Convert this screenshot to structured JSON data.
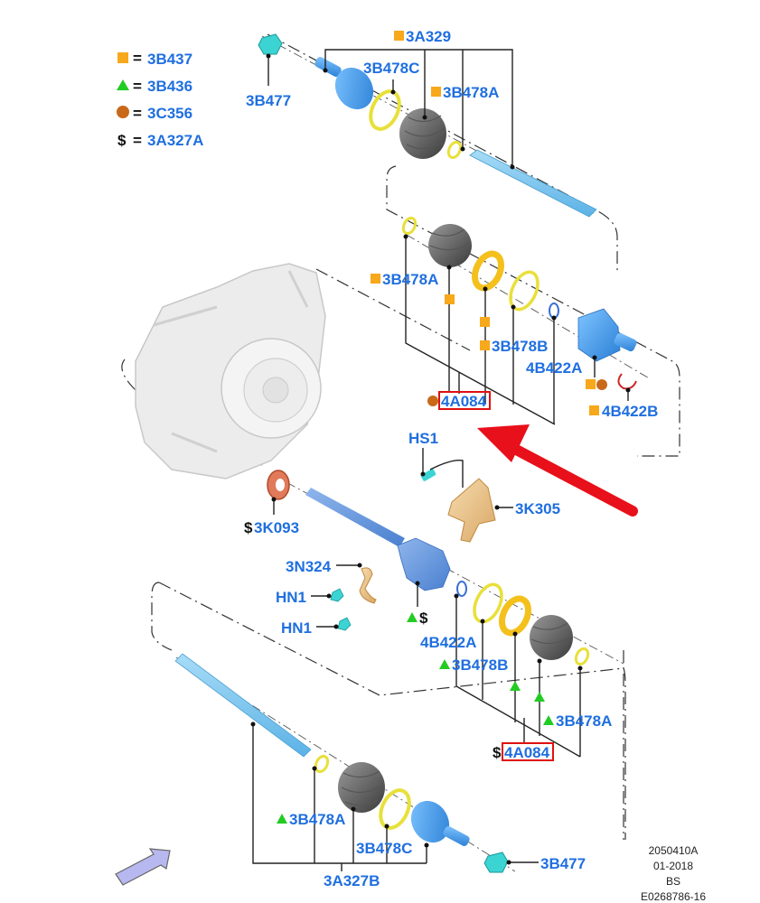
{
  "legend": [
    {
      "symbol": "square",
      "color": "#f7a81b",
      "code": "3B437"
    },
    {
      "symbol": "triangle",
      "color": "#22cc22",
      "code": "3B436"
    },
    {
      "symbol": "circle",
      "color": "#c8691a",
      "code": "3C356"
    },
    {
      "symbol": "$",
      "color": "#111111",
      "code": "3A327A"
    }
  ],
  "labels": {
    "top_3b477": "3B477",
    "top_3b478c": "3B478C",
    "top_3a329": "3A329",
    "top_3b478a": "3B478A",
    "mid_3b478a": "3B478A",
    "mid_3b478b": "3B478B",
    "mid_4b422a": "4B422A",
    "mid_4a084": "4A084",
    "mid_4b422b": "4B422B",
    "hs1": "HS1",
    "k3k305": "3K305",
    "k3k093": "3K093",
    "n3n324": "3N324",
    "hn1_a": "HN1",
    "hn1_b": "HN1",
    "low_dollar": "$",
    "low_4b422a": "4B422A",
    "low_3b478b": "3B478B",
    "low_3b478a": "3B478A",
    "low_4a084": "4A084",
    "bot_3b478a": "3B478A",
    "bot_3b478c": "3B478C",
    "bot_3a327b": "3A327B",
    "bot_3b477": "3B477"
  },
  "symbols": {
    "dollar": "$",
    "equals": "="
  },
  "footer": {
    "line1": "2050410A",
    "line2": "01-2018",
    "line3": "BS",
    "line4": "E0268786-16"
  },
  "colors": {
    "label_blue": "#1f6fe0",
    "highlight_red": "#e01010",
    "arrow_red": "#e8101a",
    "square_orange": "#f7a81b",
    "triangle_green": "#22cc22",
    "circle_brown": "#c8691a"
  }
}
